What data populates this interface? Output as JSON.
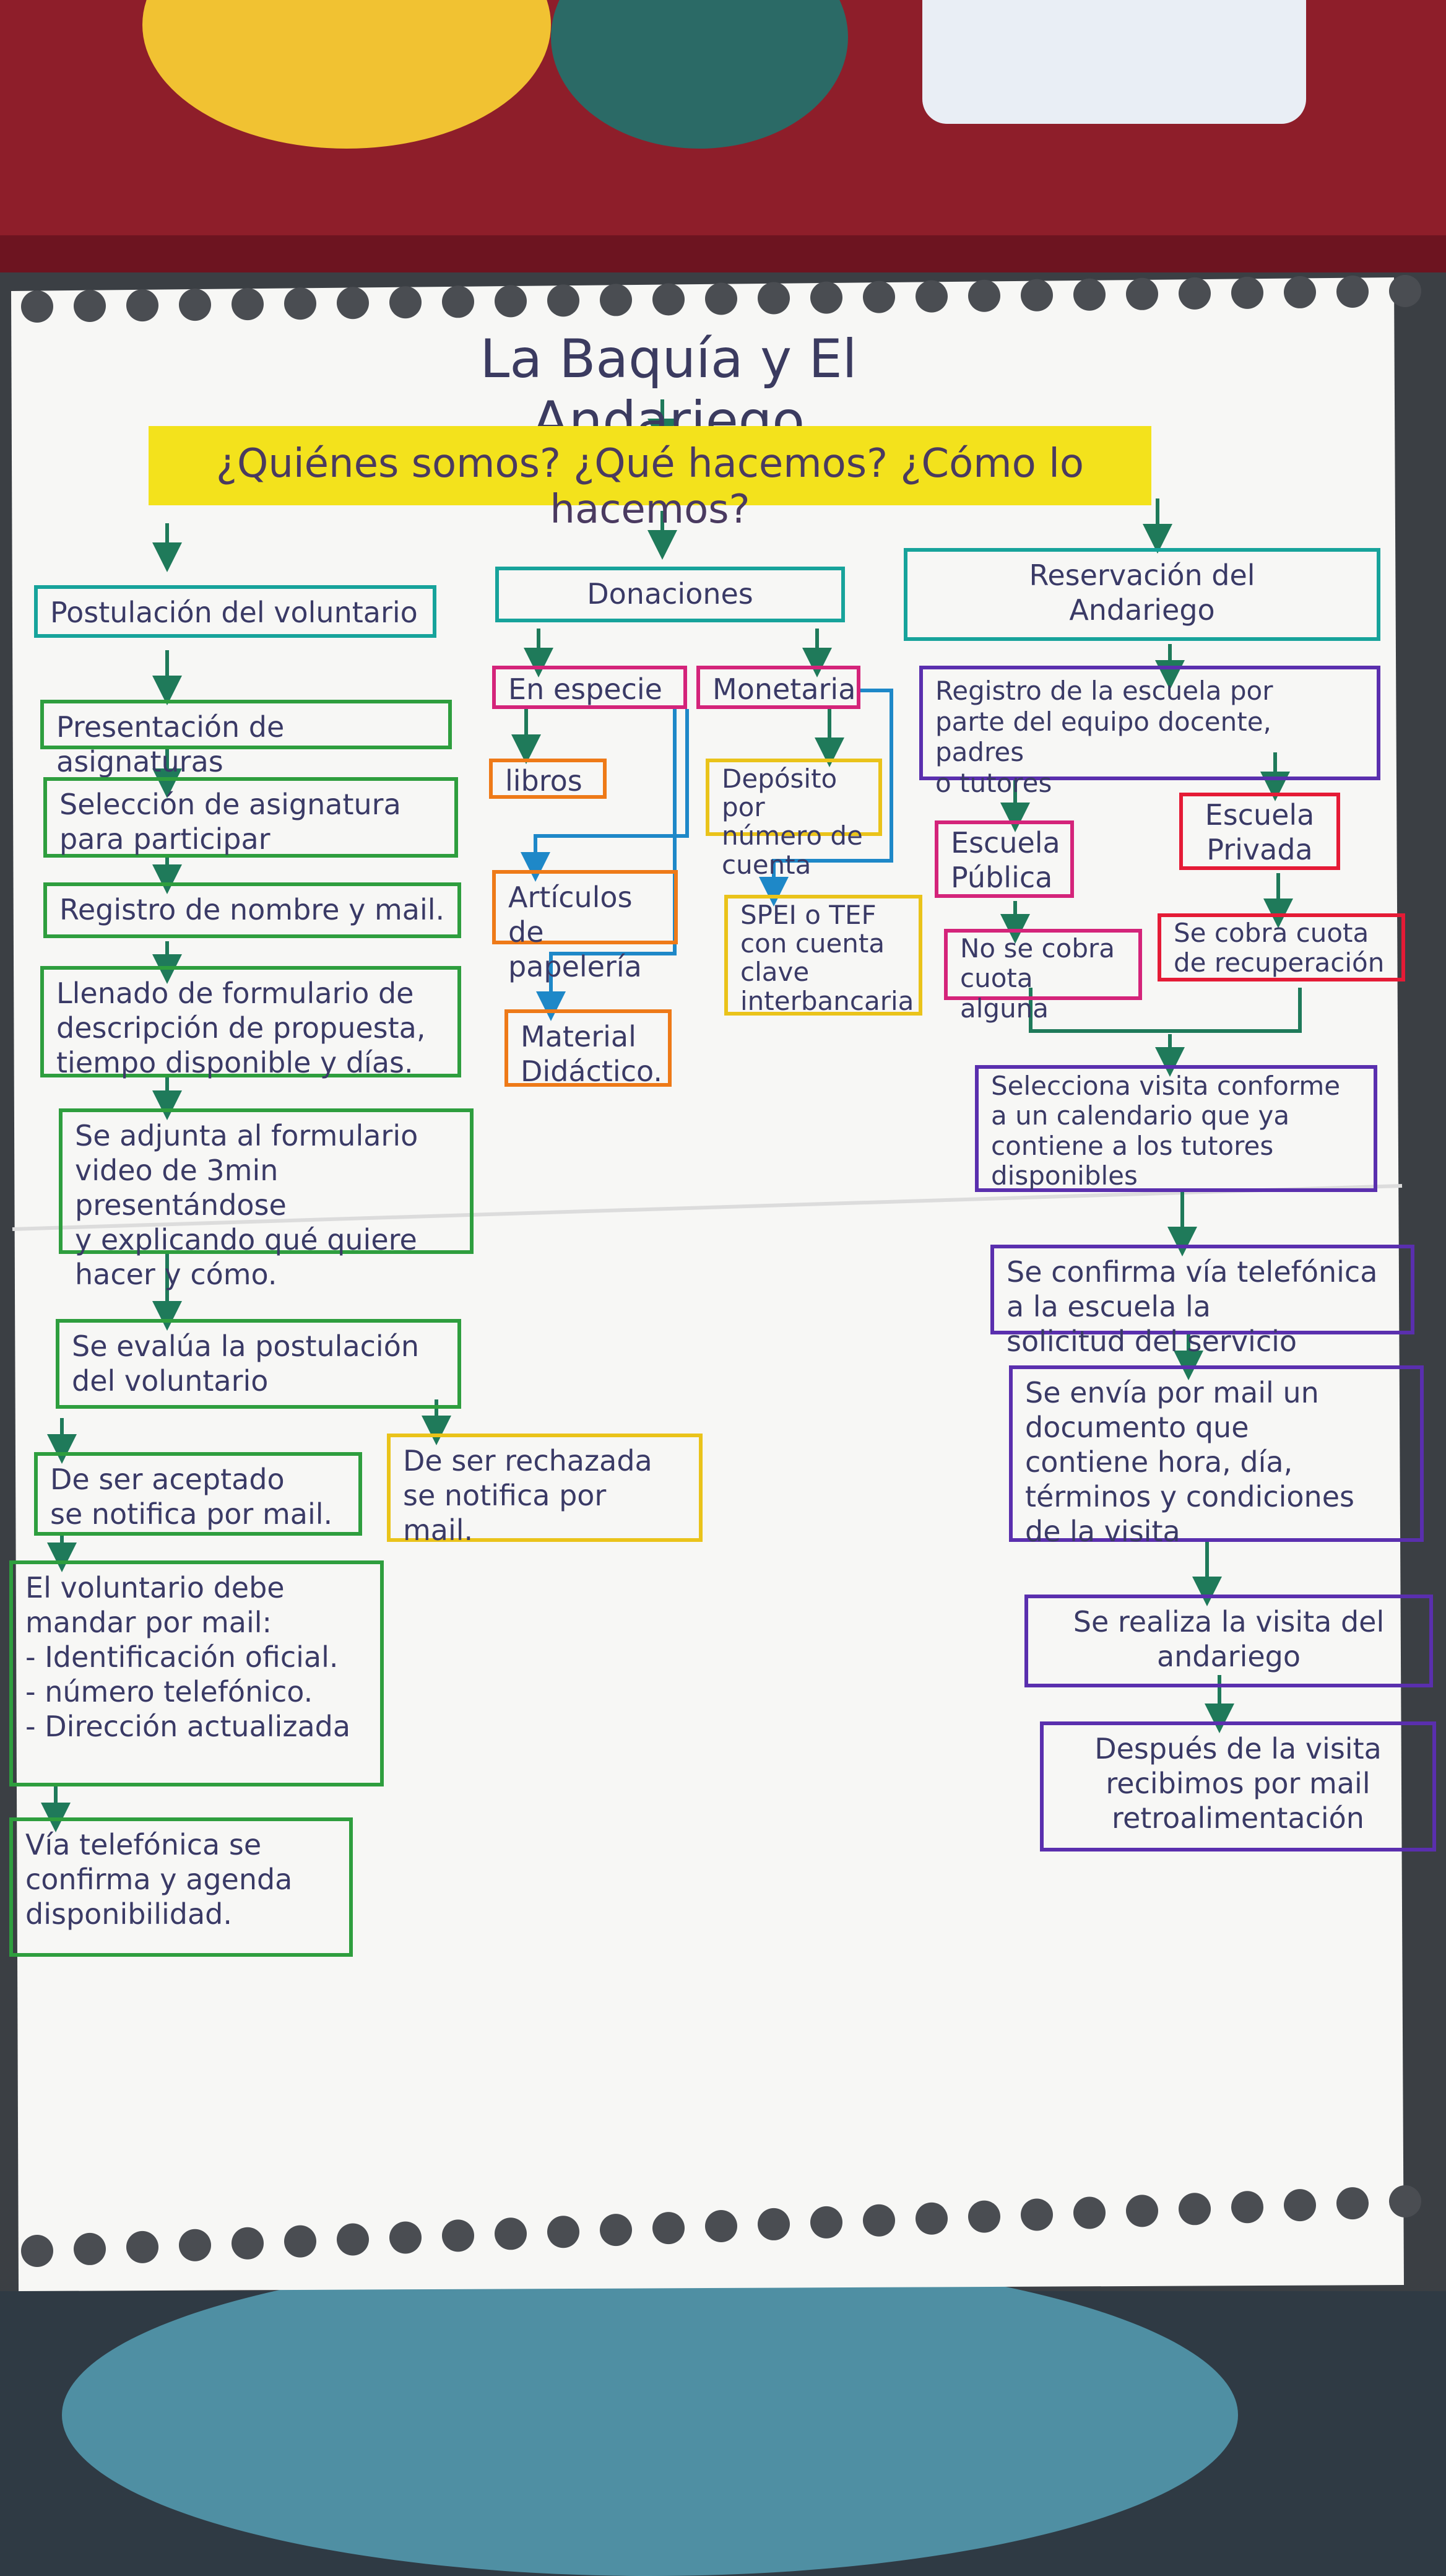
{
  "title": "La Baquía y El Andariego",
  "question": "¿Quiénes somos? ¿Qué hacemos? ¿Cómo lo hacemos?",
  "volunteer": {
    "header": "Postulación del voluntario",
    "step1": "Presentación de asignaturas",
    "step2": "Selección de asignatura\npara participar",
    "step3": "Registro de nombre y mail.",
    "step4": "Llenado de formulario de\ndescripción de propuesta,\ntiempo disponible y días.",
    "step5": "Se adjunta al formulario\nvideo de 3min presentándose\ny explicando qué quiere\nhacer y cómo.",
    "step6": "Se evalúa la postulación\ndel voluntario",
    "accepted": "De ser aceptado\nse notifica por mail.",
    "rejected": "De ser rechazada\nse notifica por\nmail.",
    "requirements": "El voluntario debe\nmandar por mail:\n- Identificación oficial.\n- número telefónico.\n- Dirección actualizada",
    "confirm": "Vía telefónica se\nconfirma y agenda\ndisponibilidad."
  },
  "donations": {
    "header": "Donaciones",
    "in_kind": "En especie",
    "monetary": "Monetaria",
    "books": "libros",
    "stationery": "Artículos de\npapelería",
    "teaching": "Material\nDidáctico.",
    "deposit": "Depósito por\nnúmero de\ncuenta",
    "spei": "SPEI o TEF\ncon cuenta\nclave\ninterbancaria"
  },
  "reservation": {
    "header": "Reservación del\nAndariego",
    "register": "Registro de la escuela por\nparte del equipo docente, padres\no tutores",
    "public": "Escuela\nPública",
    "private": "Escuela\nPrivada",
    "no_fee": "No se cobra\ncuota alguna",
    "fee": "Se cobra cuota\nde recuperación",
    "calendar": "Selecciona visita conforme\na un calendario que ya\ncontiene a los tutores\ndisponibles",
    "phone": "Se confirma vía telefónica\na la escuela la\nsolicitud del servicio",
    "doc": "Se envía por mail un\ndocumento que\ncontiene hora, día,\ntérminos y condiciones\nde la visita",
    "visit": "Se realiza la visita del\nandariego",
    "feedback": "Después de la visita\nrecibimos por mail\nretroalimentación"
  },
  "colors": {
    "green": "#2e9e3e",
    "teal": "#17a39b",
    "pink": "#d4247a",
    "orange": "#ee7a18",
    "yellow_highlight": "#f3e21c",
    "purple": "#5a2fae",
    "red": "#e51b36",
    "arrow": "#1f7a5a"
  }
}
